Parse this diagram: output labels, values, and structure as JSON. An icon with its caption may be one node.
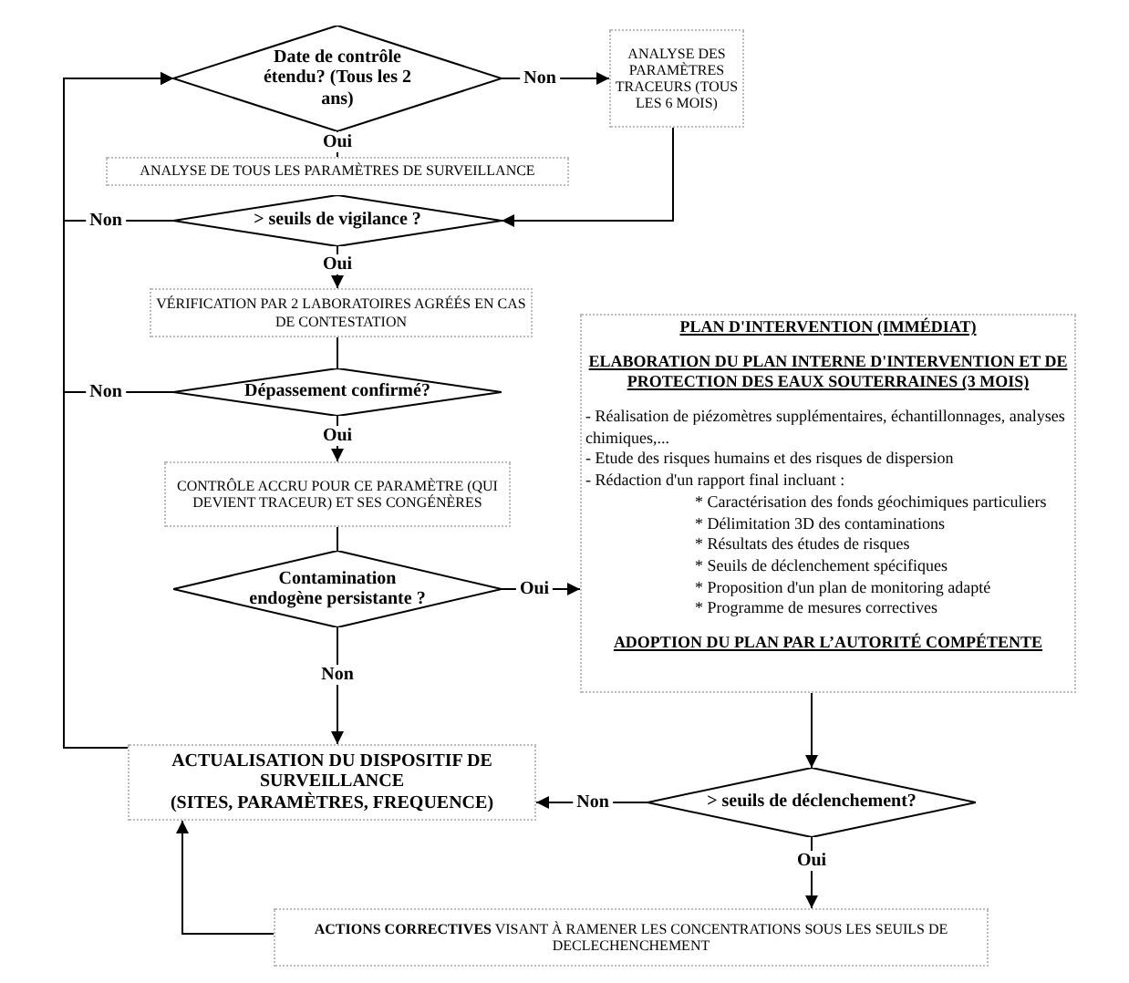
{
  "diagram": {
    "nodes": [
      {
        "text": [
          "Date de contrôle étendu? (Tous les 2 ans)"
        ]
      },
      {
        "text": [
          "ANALYSE DES PARAMÈTRES TRACEURS (TOUS LES 6 MOIS)"
        ]
      },
      {
        "text": [
          "ANALYSE DE TOUS LES PARAMÈTRES DE SURVEILLANCE"
        ]
      },
      {
        "text": [
          "> seuils de vigilance ?"
        ]
      },
      {
        "text": [
          "VÉRIFICATION PAR 2 LABORATOIRES AGRÉÉS EN CAS DE CONTESTATION"
        ]
      },
      {
        "text": [
          "Dépassement confirmé?"
        ]
      },
      {
        "text": [
          "CONTRÔLE ACCRU POUR CE PARAMÈTRE (QUI DEVIENT TRACEUR) ET SES CONGÉNÈRES"
        ]
      },
      {
        "text": [
          "Contamination endogène persistante ?"
        ]
      },
      {
        "text": [
          "PLAN D'INTERVENTION (IMMÉDIAT)",
          "ELABORATION DU PLAN INTERNE D'INTERVENTION ET DE PROTECTION DES EAUX SOUTERRAINES (3 MOIS)",
          "- Réalisation de piézomètres supplémentaires, échantillonnages, analyses chimiques,...",
          "- Etude des risques humains et des risques de dispersion",
          "- Rédaction d'un rapport final incluant :",
          "* Caractérisation des fonds géochimiques particuliers",
          "* Délimitation 3D des contaminations",
          "* Résultats des études de risques",
          "* Seuils de déclenchement spécifiques",
          "* Proposition d'un plan de monitoring adapté",
          "* Programme de mesures correctives",
          "ADOPTION DU PLAN PAR L’AUTORITÉ COMPÉTENTE"
        ]
      },
      {
        "text": [
          "ACTUALISATION DU DISPOSITIF DE SURVEILLANCE",
          "(SITES, PARAMÈTRES, FREQUENCE)"
        ]
      },
      {
        "text": [
          "> seuils de déclenchement?"
        ]
      },
      {
        "text": [
          "**ACTIONS CORRECTIVES** VISANT À RAMENER LES CONCENTRATIONS SOUS LES SEUILS DE DECLECHENCHEMENT"
        ]
      }
    ],
    "edges": [
      {
        "from": 0,
        "to": 1,
        "arrow": "to",
        "label": "Non"
      },
      {
        "from": 0,
        "to": 2,
        "arrow": "none",
        "label": "Oui"
      },
      {
        "from": 1,
        "to": 3,
        "arrow": "to"
      },
      {
        "from": 3,
        "to": 4,
        "arrow": "to",
        "label": "Oui"
      },
      {
        "from": 3,
        "to": 0,
        "arrow": "to",
        "label": "Non"
      },
      {
        "from": 4,
        "to": 5,
        "arrow": "none"
      },
      {
        "from": 5,
        "to": 0,
        "arrow": "to",
        "label": "Non"
      },
      {
        "from": 5,
        "to": 6,
        "arrow": "to",
        "label": "Oui"
      },
      {
        "from": 6,
        "to": 7,
        "arrow": "none"
      },
      {
        "from": 7,
        "to": 8,
        "arrow": "to",
        "label": "Oui"
      },
      {
        "from": 7,
        "to": 9,
        "arrow": "to",
        "label": "Non"
      },
      {
        "from": 9,
        "to": 0,
        "arrow": "to"
      },
      {
        "from": 8,
        "to": 10,
        "arrow": "to"
      },
      {
        "from": 10,
        "to": 9,
        "arrow": "to",
        "label": "Non"
      },
      {
        "from": 10,
        "to": 11,
        "arrow": "to",
        "label": "Oui"
      },
      {
        "from": 11,
        "to": 9,
        "arrow": "to"
      }
    ]
  }
}
